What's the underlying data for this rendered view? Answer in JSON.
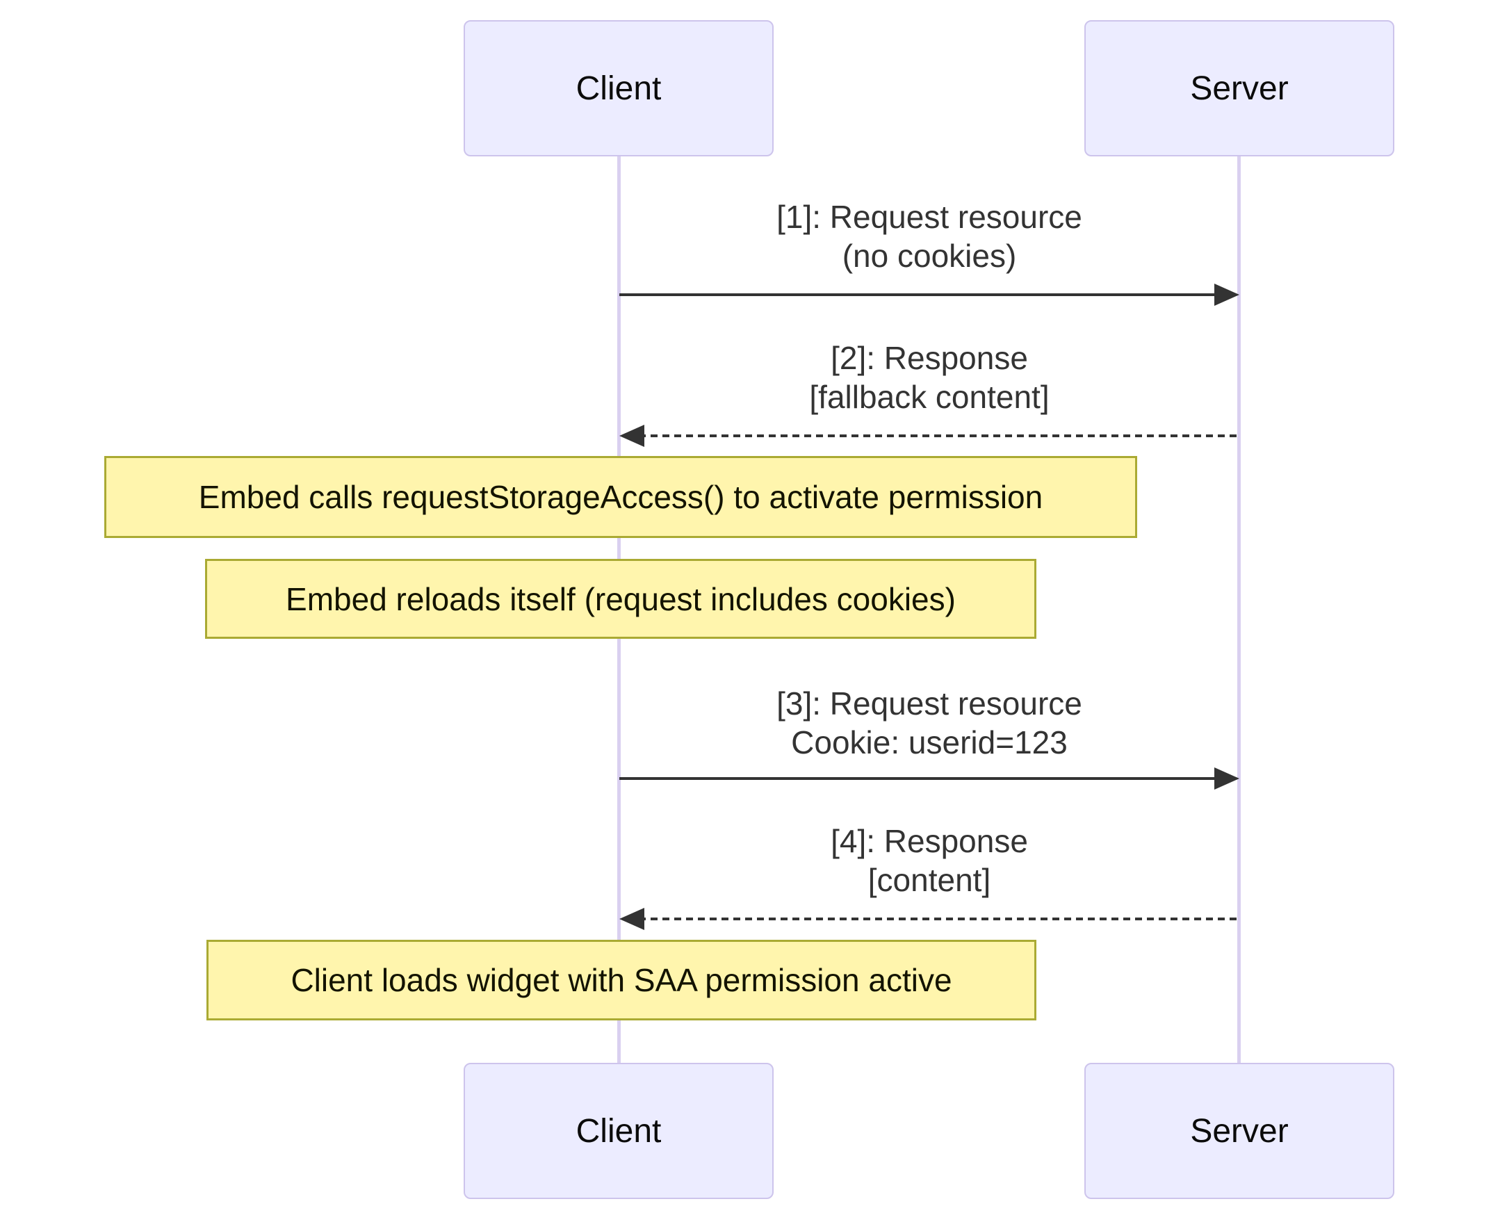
{
  "theme": {
    "background": "#FFFFFF",
    "actor_fill": "#ECECFF",
    "actor_border": "#CDC4EC",
    "note_fill": "#FFF5AD",
    "note_border": "#AAAA33",
    "lifeline_color": "#D9D0F0",
    "arrow_color": "#333333",
    "message_text_color": "#333333",
    "actor_text_color": "#0B0B0B",
    "note_text_color": "#131300"
  },
  "diagram": {
    "type": "sequence",
    "actors": [
      {
        "id": "client",
        "label": "Client"
      },
      {
        "id": "server",
        "label": "Server"
      }
    ],
    "messages": [
      {
        "from": "Client",
        "to": "Server",
        "line_style": "solid",
        "lines": [
          "[1]: Request resource",
          "(no cookies)"
        ]
      },
      {
        "from": "Server",
        "to": "Client",
        "line_style": "dashed",
        "lines": [
          "[2]: Response",
          "[fallback content]"
        ]
      },
      {
        "from": "Client",
        "to": "Server",
        "line_style": "solid",
        "lines": [
          "[3]: Request resource",
          "Cookie: userid=123"
        ]
      },
      {
        "from": "Server",
        "to": "Client",
        "line_style": "dashed",
        "lines": [
          "[4]: Response",
          "[content]"
        ]
      }
    ],
    "notes": [
      {
        "over": "Client",
        "text": "Embed calls requestStorageAccess() to activate permission"
      },
      {
        "over": "Client",
        "text": "Embed reloads itself (request includes cookies)"
      },
      {
        "over": "Client",
        "text": "Client loads widget with SAA permission active"
      }
    ]
  }
}
